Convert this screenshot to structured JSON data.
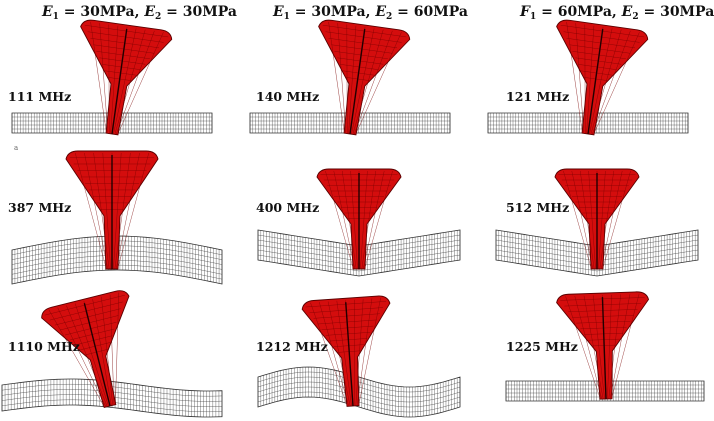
{
  "headers": [
    {
      "e1": "30MPa",
      "e2": "30MPa"
    },
    {
      "e1": "30MPa",
      "e2": "60MPa"
    },
    {
      "e1": "60MPa",
      "e2": "30MPa"
    }
  ],
  "rows": [
    [
      "111 MHz",
      "140 MHz",
      "121 MHz"
    ],
    [
      "387 MHz",
      "400 MHz",
      "512 MHz"
    ],
    [
      "1110 MHz",
      "1212 MHz",
      "1225 MHz"
    ]
  ],
  "stray_mark": "a",
  "colors": {
    "tip": "#d40d0d",
    "tip_edge": "#5a0000",
    "mesh": "#333333",
    "substrate_fill": "#ffffff"
  }
}
